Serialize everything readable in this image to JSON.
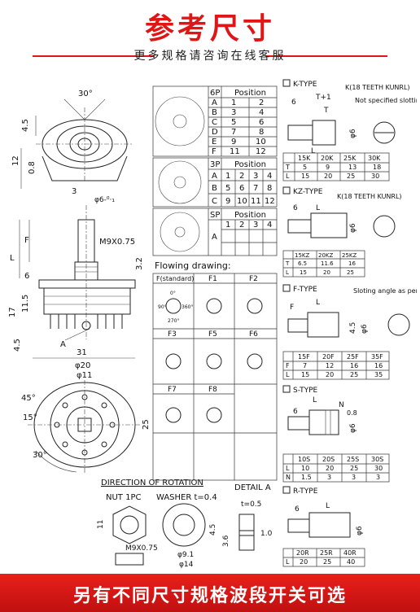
{
  "header": {
    "title": "参考尺寸",
    "subtitle": "更多规格请咨询在线客服"
  },
  "footer": {
    "text": "另有不同尺寸规格波段开关可选"
  },
  "drawing": {
    "dims": {
      "angle30": "30°",
      "d45": "4.5",
      "d12": "12",
      "d08": "0.8",
      "d3": "3",
      "phi6": "φ6-⁰·₁",
      "L": "L",
      "F": "F",
      "thread": "M9X0.75",
      "d32": "3.2",
      "d6": "6",
      "d115": "11.5",
      "d17": "17",
      "d45b": "4.5",
      "A": "A",
      "d31": "31",
      "phi20": "φ20",
      "phi11": "φ11",
      "ang45": "45°",
      "ang15": "15°",
      "ang30": "30°",
      "d25": "25"
    },
    "rotation": "DIRECTION OF ROTATION",
    "nut": "NUT 1PC",
    "washer": "WASHER t=0.4",
    "detailA": "DETAIL A",
    "nutThread": "M9X0.75",
    "d11": "11",
    "phi91": "φ9.1",
    "phi14": "φ14",
    "t05": "t=0.5",
    "d36": "3.6",
    "d10": "1.0",
    "d45c": "4.5"
  },
  "tables": {
    "p6": {
      "head": [
        "6P",
        "Position"
      ],
      "rows": [
        [
          "A",
          "1",
          "2"
        ],
        [
          "B",
          "3",
          "4"
        ],
        [
          "C",
          "5",
          "6"
        ],
        [
          "D",
          "7",
          "8"
        ],
        [
          "E",
          "9",
          "10"
        ],
        [
          "F",
          "11",
          "12"
        ]
      ]
    },
    "p3": {
      "head": [
        "3P",
        "Position"
      ],
      "rows": [
        [
          "A",
          "1",
          "2",
          "3",
          "4"
        ],
        [
          "B",
          "5",
          "6",
          "7",
          "8"
        ],
        [
          "C",
          "9",
          "10",
          "11",
          "12"
        ]
      ]
    },
    "sp": {
      "head": [
        "SP",
        "Position"
      ],
      "cols": [
        "1",
        "2",
        "3",
        "4"
      ],
      "rowLabel": "A"
    },
    "flowTitle": "Flowing drawing:",
    "flow": [
      {
        "label": "F(standard)"
      },
      {
        "label": "F1"
      },
      {
        "label": "F2"
      },
      {
        "label": "F3"
      },
      {
        "label": "F5"
      },
      {
        "label": "F6"
      },
      {
        "label": "F7"
      },
      {
        "label": "F8"
      }
    ],
    "deg90": "90°",
    "deg360": "360°",
    "deg270": "270°",
    "deg0": "0°"
  },
  "types": [
    {
      "name": "K-TYPE",
      "note": "K(18 TEETH KUNRL)",
      "extra": "Not specified slotting angle",
      "dims": [
        "6",
        "T+1",
        "T",
        "φ6",
        "L"
      ],
      "cols": [
        "",
        "15K",
        "20K",
        "25K",
        "30K"
      ],
      "rows": [
        [
          "T",
          "5",
          "9",
          "13",
          "18"
        ],
        [
          "L",
          "15",
          "20",
          "25",
          "30"
        ]
      ]
    },
    {
      "name": "KZ-TYPE",
      "note": "K(18 TEETH KUNRL)",
      "dims": [
        "6",
        "L",
        "φ6"
      ],
      "cols": [
        "",
        "15KZ",
        "20KZ",
        "25KZ"
      ],
      "rows": [
        [
          "T",
          "6.5",
          "11.6",
          "16"
        ],
        [
          "L",
          "15",
          "20",
          "25"
        ]
      ]
    },
    {
      "name": "F-TYPE",
      "note": "Sloting angle as per the flowing drawing",
      "dims": [
        "F",
        "L",
        "4.5",
        "φ6"
      ],
      "cols": [
        "",
        "15F",
        "20F",
        "25F",
        "35F"
      ],
      "rows": [
        [
          "F",
          "7",
          "12",
          "16",
          "16"
        ],
        [
          "L",
          "15",
          "20",
          "25",
          "35"
        ]
      ]
    },
    {
      "name": "S-TYPE",
      "dims": [
        "L",
        "6",
        "N",
        "0.8",
        "φ6"
      ],
      "cols": [
        "",
        "10S",
        "20S",
        "25S",
        "30S"
      ],
      "rows": [
        [
          "L",
          "10",
          "20",
          "25",
          "30"
        ],
        [
          "N",
          "1.5",
          "3",
          "3",
          "3"
        ]
      ]
    },
    {
      "name": "R-TYPE",
      "dims": [
        "6",
        "L",
        "φ6"
      ],
      "cols": [
        "",
        "20R",
        "25R",
        "40R"
      ],
      "rows": [
        [
          "L",
          "20",
          "25",
          "40"
        ]
      ]
    }
  ]
}
